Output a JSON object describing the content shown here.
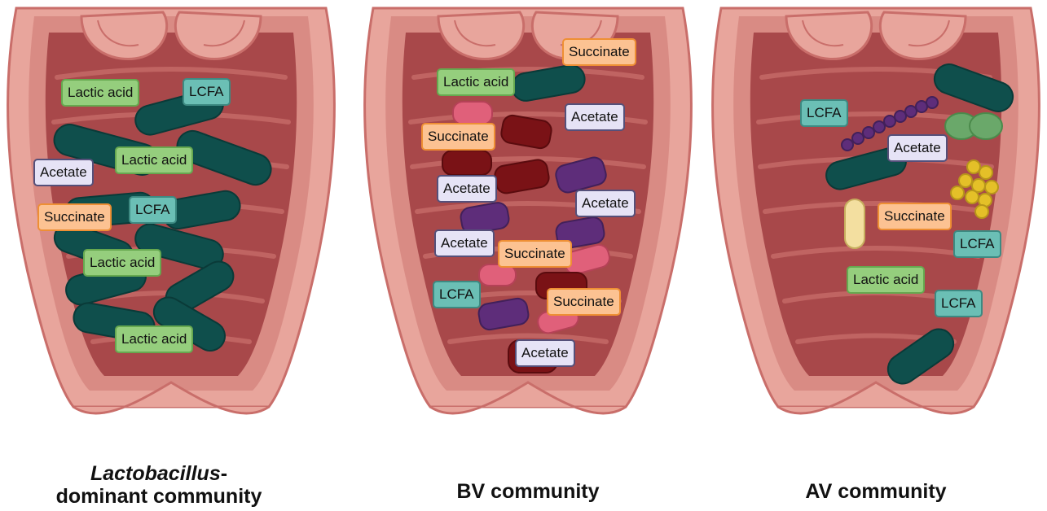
{
  "panels": [
    {
      "caption_italic": "Lactobacillus",
      "caption_rest_1": "-",
      "caption_rest_2": "dominant community",
      "labels": [
        "Lactic acid",
        "LCFA",
        "Lactic acid",
        "Acetate",
        "LCFA",
        "Succinate",
        "Lactic acid",
        "Lactic acid"
      ]
    },
    {
      "caption": "BV community",
      "labels": [
        "Succinate",
        "Lactic acid",
        "Acetate",
        "Succinate",
        "Acetate",
        "Acetate",
        "Acetate",
        "Succinate",
        "LCFA",
        "Succinate",
        "Acetate"
      ]
    },
    {
      "caption": "AV community",
      "labels": [
        "LCFA",
        "Acetate",
        "Succinate",
        "LCFA",
        "Lactic acid",
        "LCFA"
      ]
    }
  ],
  "colors": {
    "lactic_fill": "#95ce7d",
    "lcfa_fill": "#6bbfb5",
    "acetate_fill": "#e6e3f6",
    "succinate_fill": "#fcc292",
    "lactobacillus_rod": "#0f4f4c",
    "bv_dark_red_rod": "#7a1216",
    "bv_purple_rod": "#5e2d7a",
    "bv_pink_rod": "#e0607a",
    "tissue_outer": "#e8a59c",
    "lumen": "#a8484a"
  }
}
